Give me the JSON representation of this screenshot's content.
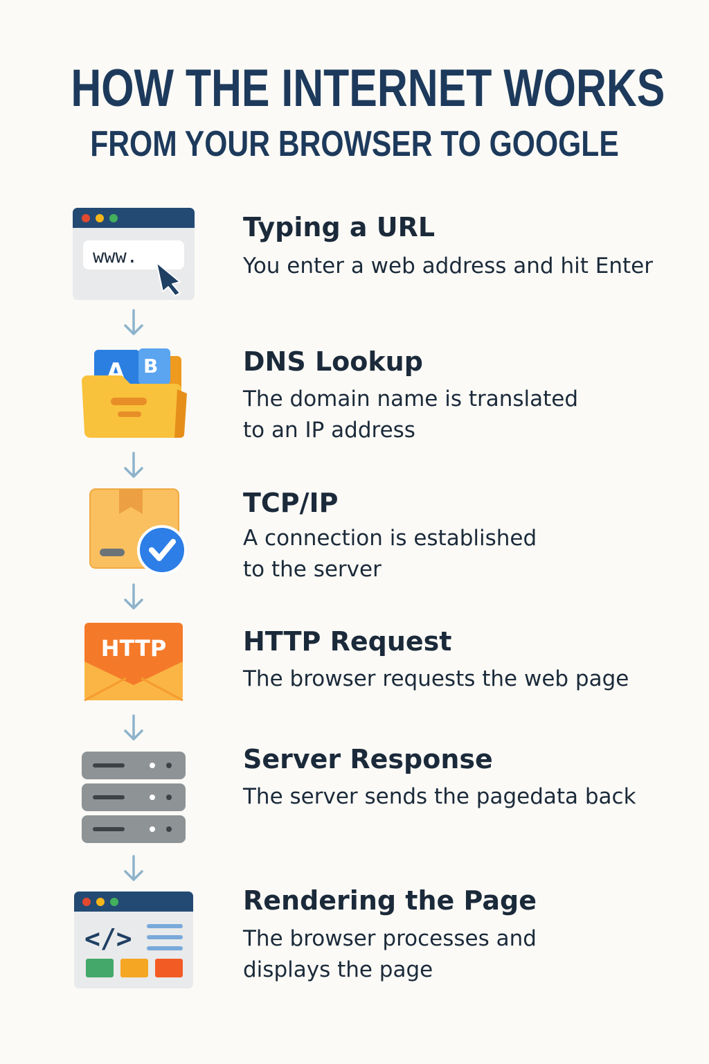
{
  "header": {
    "title": "HOW THE INTERNET WORKS",
    "subtitle": "FROM YOUR BROWSER TO GOOGLE"
  },
  "steps": [
    {
      "title": "Typing a URL",
      "desc": [
        "You enter a web address and hit Enter"
      ],
      "icon": "browser-url-icon",
      "icon_text": "www."
    },
    {
      "title": "DNS Lookup",
      "desc": [
        "The domain name is translated",
        "to an IP address"
      ],
      "icon": "dns-folder-icon",
      "icon_text": [
        "A",
        "B"
      ]
    },
    {
      "title": "TCP/IP",
      "desc": [
        "A connection is established",
        "to the server"
      ],
      "icon": "package-check-icon"
    },
    {
      "title": "HTTP Request",
      "desc": [
        "The browser requests the web page"
      ],
      "icon": "http-envelope-icon",
      "icon_text": "HTTP"
    },
    {
      "title": "Server Response",
      "desc": [
        "The server sends the pagedata back"
      ],
      "icon": "server-rack-icon"
    },
    {
      "title": "Rendering the Page",
      "desc": [
        "The browser processes and",
        "displays the page"
      ],
      "icon": "code-window-icon",
      "icon_text": "</>"
    }
  ],
  "colors": {
    "title": "#1d3a5c",
    "arrow": "#8db3cc",
    "window_bar": "#234a73",
    "dot_red": "#e2492f",
    "dot_yellow": "#f4b61a",
    "dot_green": "#43b05c",
    "folder": "#f9c23c",
    "tab_blue": "#2b7fe0",
    "http_orange": "#f47a2a",
    "server_gray": "#8e9396"
  }
}
